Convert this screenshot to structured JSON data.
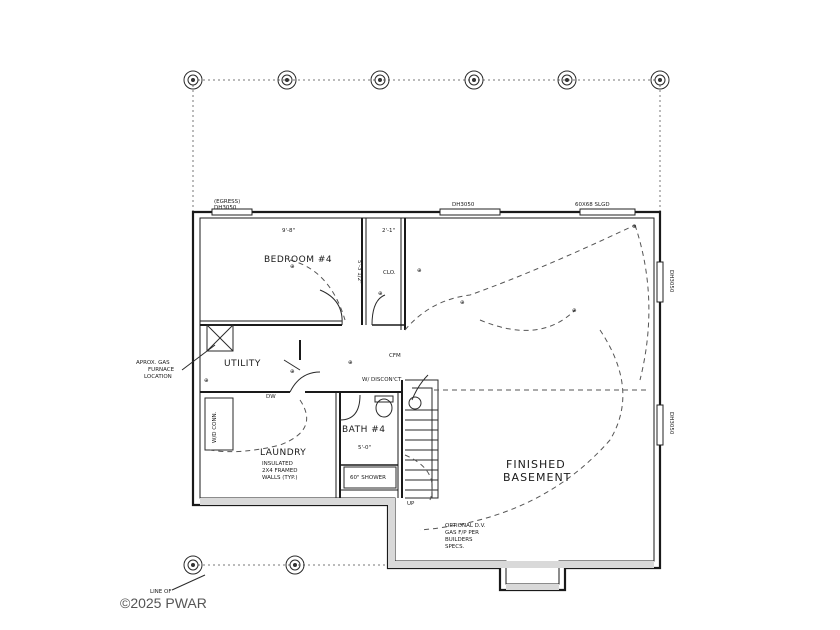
{
  "plan": {
    "window_labels": {
      "egress": "(EGRESS)",
      "egress_window": "DH3050",
      "top_window": "DH3050",
      "slider": "60X68 SLGD",
      "right_upper": "DH3050",
      "right_lower": "DH3050"
    },
    "rooms": {
      "bedroom": "BEDROOM #4",
      "clo": "CLO.",
      "utility": "UTILITY",
      "laundry": "LAUNDRY",
      "bath": "BATH #4",
      "finished_line1": "FINISHED",
      "finished_line2": "BASEMENT"
    },
    "dimensions": {
      "bedroom_width": "9'-8\"",
      "clo_width": "2'-1\"",
      "bath_width": "5'-0\"",
      "bedroom_side": "5'-3 1/2\""
    },
    "notes": {
      "furnace_line1": "APROX. GAS",
      "furnace_line2": "FURNACE",
      "furnace_line3": "LOCATION",
      "wd_conn": "W/D CONN.",
      "insulated_line1": "INSULATED",
      "insulated_line2": "2X4 FRAMED",
      "insulated_line3": "WALLS (TYP.)",
      "cfm": "CFM",
      "disconnect": "W/ DISCON'CT",
      "shower": "60\" SHOWER",
      "optional_line1": "OPTIONAL D.V.",
      "optional_line2": "GAS F/P PER",
      "optional_line3": "BUILDERS",
      "optional_line4": "SPECS.",
      "line_of": "LINE OF",
      "dw": "DW",
      "up": "UP"
    },
    "watermark": "©2025 PWAR"
  }
}
